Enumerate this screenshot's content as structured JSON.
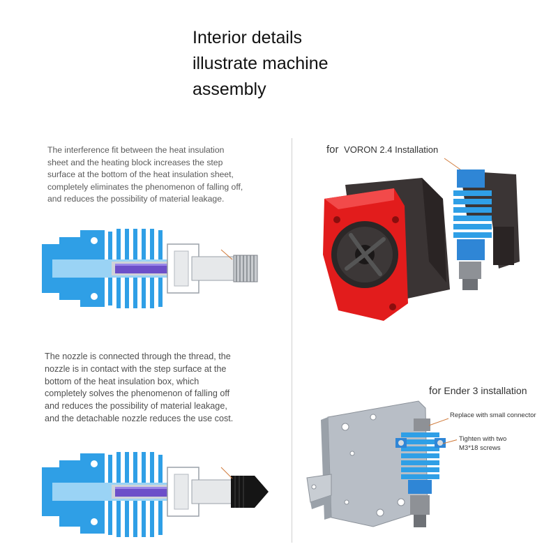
{
  "heading": {
    "lines": [
      "Interior details",
      "illustrate machine",
      "assembly"
    ]
  },
  "section_top_left": {
    "lines": [
      "The interference fit between the heat insulation",
      "sheet and the heating block increases the step",
      "surface at the bottom of the heat insulation sheet,",
      "completely eliminates the phenomenon of falling off,",
      "and reduces the possibility of material leakage."
    ]
  },
  "section_bottom_left": {
    "lines": [
      "The nozzle is connected through the thread, the",
      "nozzle is in contact with the step surface at the",
      "bottom of the heat insulation box, which",
      "completely solves the phenomenon of falling off",
      "and reduces the possibility of material leakage,",
      "and the detachable nozzle reduces the use cost."
    ]
  },
  "voron": {
    "prefix": "for",
    "label": "VORON 2.4 Installation"
  },
  "ender": {
    "prefix": "for",
    "label": "Ender 3 installation",
    "note_connector": "Replace with small connector",
    "note_screws": [
      "Tighten with two",
      "M3*18 screws"
    ]
  },
  "colors": {
    "heatsink_blue": "#2f9fe6",
    "throat_purple": "#6c4fc9",
    "fan_red": "#e21c1c",
    "dark_plastic": "#3a3434",
    "bracket_gray": "#b8bec6"
  }
}
